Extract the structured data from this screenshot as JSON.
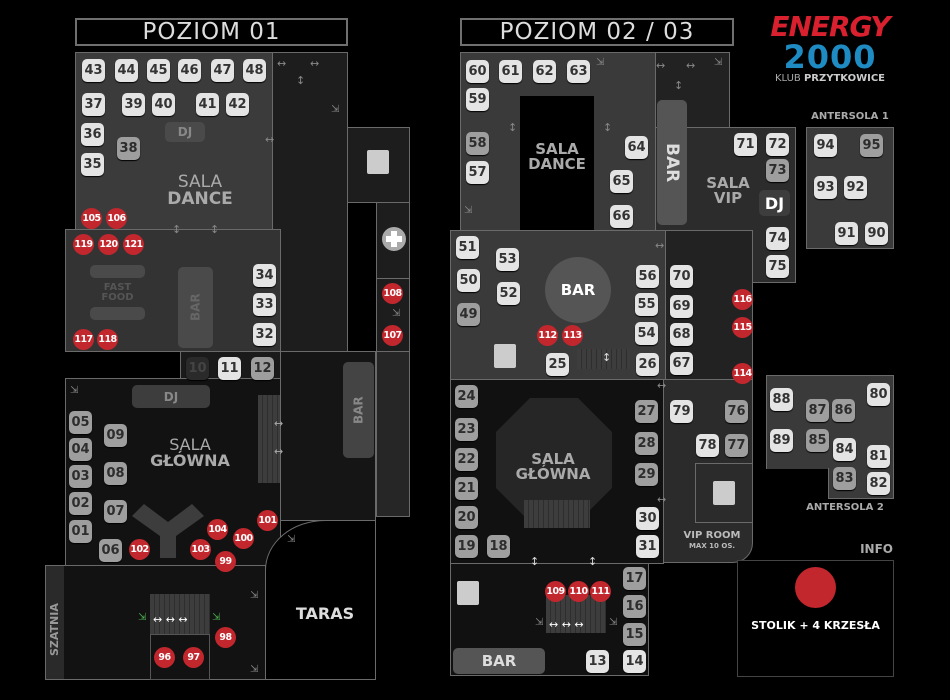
{
  "logo": {
    "line1": "ENERGY",
    "line2": "2000",
    "sub_light": "KLUB",
    "sub_bold": "PRZYTKOWICE",
    "colors": {
      "red": "#d9202f",
      "blue": "#1e8bc3"
    }
  },
  "level1": {
    "title": "POZIOM 01",
    "rooms": {
      "dance_top": "SALA",
      "dance_bottom": "DANCE",
      "fastfood_top": "FAST",
      "fastfood_bottom": "FOOD",
      "bar": "BAR",
      "dj_dance": "DJ",
      "dj_main": "DJ",
      "main_top": "SALA",
      "main_bottom": "GŁÓWNA",
      "bar_main": "BAR",
      "cloakroom": "SZATNIA",
      "terrace": "TARAS"
    },
    "tables": [
      {
        "n": "43",
        "s": "light"
      },
      {
        "n": "44",
        "s": "light"
      },
      {
        "n": "45",
        "s": "light"
      },
      {
        "n": "46",
        "s": "light"
      },
      {
        "n": "47",
        "s": "light"
      },
      {
        "n": "48",
        "s": "light"
      },
      {
        "n": "37",
        "s": "light"
      },
      {
        "n": "39",
        "s": "light"
      },
      {
        "n": "40",
        "s": "light"
      },
      {
        "n": "41",
        "s": "light"
      },
      {
        "n": "42",
        "s": "light"
      },
      {
        "n": "36",
        "s": "light"
      },
      {
        "n": "38",
        "s": "mid"
      },
      {
        "n": "35",
        "s": "light"
      },
      {
        "n": "34",
        "s": "light"
      },
      {
        "n": "33",
        "s": "light"
      },
      {
        "n": "32",
        "s": "light"
      },
      {
        "n": "10",
        "s": "dim"
      },
      {
        "n": "11",
        "s": "light"
      },
      {
        "n": "12",
        "s": "mid"
      },
      {
        "n": "05",
        "s": "mid"
      },
      {
        "n": "04",
        "s": "mid"
      },
      {
        "n": "03",
        "s": "mid"
      },
      {
        "n": "02",
        "s": "mid"
      },
      {
        "n": "01",
        "s": "mid"
      },
      {
        "n": "09",
        "s": "mid"
      },
      {
        "n": "08",
        "s": "mid"
      },
      {
        "n": "07",
        "s": "mid"
      },
      {
        "n": "06",
        "s": "mid"
      },
      {
        "n": "105",
        "s": "red"
      },
      {
        "n": "106",
        "s": "red"
      },
      {
        "n": "119",
        "s": "red"
      },
      {
        "n": "120",
        "s": "red"
      },
      {
        "n": "121",
        "s": "red"
      },
      {
        "n": "117",
        "s": "red"
      },
      {
        "n": "118",
        "s": "red"
      },
      {
        "n": "108",
        "s": "red"
      },
      {
        "n": "107",
        "s": "red"
      },
      {
        "n": "102",
        "s": "red"
      },
      {
        "n": "103",
        "s": "red"
      },
      {
        "n": "104",
        "s": "red"
      },
      {
        "n": "99",
        "s": "red"
      },
      {
        "n": "100",
        "s": "red"
      },
      {
        "n": "101",
        "s": "red"
      },
      {
        "n": "98",
        "s": "red"
      },
      {
        "n": "96",
        "s": "red"
      },
      {
        "n": "97",
        "s": "red"
      }
    ]
  },
  "level2": {
    "title": "POZIOM 02 / 03",
    "rooms": {
      "dance_top": "SALA",
      "dance_bottom": "DANCE",
      "bar_vertical": "BAR",
      "vip_top": "SALA",
      "vip_bottom": "VIP",
      "dj": "DJ",
      "bar_round": "BAR",
      "main_top": "SALA",
      "main_bottom": "GŁÓWNA",
      "vip_room": "VIP ROOM",
      "vip_room_cap": "MAX 10 OS.",
      "antersola1": "ANTERSOLA 1",
      "antersola2": "ANTERSOLA 2",
      "bar_bottom": "BAR"
    },
    "tables": [
      {
        "n": "60",
        "s": "light"
      },
      {
        "n": "61",
        "s": "light"
      },
      {
        "n": "62",
        "s": "light"
      },
      {
        "n": "63",
        "s": "light"
      },
      {
        "n": "59",
        "s": "light"
      },
      {
        "n": "58",
        "s": "mid"
      },
      {
        "n": "57",
        "s": "light"
      },
      {
        "n": "64",
        "s": "light"
      },
      {
        "n": "65",
        "s": "light"
      },
      {
        "n": "66",
        "s": "light"
      },
      {
        "n": "51",
        "s": "light"
      },
      {
        "n": "53",
        "s": "light"
      },
      {
        "n": "50",
        "s": "light"
      },
      {
        "n": "52",
        "s": "light"
      },
      {
        "n": "49",
        "s": "mid"
      },
      {
        "n": "56",
        "s": "light"
      },
      {
        "n": "55",
        "s": "light"
      },
      {
        "n": "54",
        "s": "light"
      },
      {
        "n": "70",
        "s": "light"
      },
      {
        "n": "69",
        "s": "light"
      },
      {
        "n": "68",
        "s": "light"
      },
      {
        "n": "67",
        "s": "light"
      },
      {
        "n": "25",
        "s": "light"
      },
      {
        "n": "26",
        "s": "light"
      },
      {
        "n": "71",
        "s": "light"
      },
      {
        "n": "72",
        "s": "light"
      },
      {
        "n": "73",
        "s": "mid"
      },
      {
        "n": "74",
        "s": "light"
      },
      {
        "n": "75",
        "s": "light"
      },
      {
        "n": "94",
        "s": "light"
      },
      {
        "n": "95",
        "s": "mid"
      },
      {
        "n": "93",
        "s": "light"
      },
      {
        "n": "92",
        "s": "light"
      },
      {
        "n": "91",
        "s": "light"
      },
      {
        "n": "90",
        "s": "light"
      },
      {
        "n": "24",
        "s": "mid"
      },
      {
        "n": "23",
        "s": "mid"
      },
      {
        "n": "22",
        "s": "mid"
      },
      {
        "n": "21",
        "s": "mid"
      },
      {
        "n": "20",
        "s": "mid"
      },
      {
        "n": "19",
        "s": "mid"
      },
      {
        "n": "18",
        "s": "mid"
      },
      {
        "n": "27",
        "s": "mid"
      },
      {
        "n": "28",
        "s": "mid"
      },
      {
        "n": "29",
        "s": "mid"
      },
      {
        "n": "30",
        "s": "light"
      },
      {
        "n": "31",
        "s": "light"
      },
      {
        "n": "79",
        "s": "light"
      },
      {
        "n": "76",
        "s": "mid"
      },
      {
        "n": "78",
        "s": "light"
      },
      {
        "n": "77",
        "s": "mid"
      },
      {
        "n": "88",
        "s": "light"
      },
      {
        "n": "87",
        "s": "mid"
      },
      {
        "n": "86",
        "s": "mid"
      },
      {
        "n": "80",
        "s": "light"
      },
      {
        "n": "89",
        "s": "light"
      },
      {
        "n": "85",
        "s": "mid"
      },
      {
        "n": "84",
        "s": "light"
      },
      {
        "n": "81",
        "s": "light"
      },
      {
        "n": "83",
        "s": "mid"
      },
      {
        "n": "82",
        "s": "light"
      },
      {
        "n": "17",
        "s": "mid"
      },
      {
        "n": "16",
        "s": "mid"
      },
      {
        "n": "15",
        "s": "mid"
      },
      {
        "n": "14",
        "s": "light"
      },
      {
        "n": "13",
        "s": "light"
      },
      {
        "n": "112",
        "s": "red"
      },
      {
        "n": "113",
        "s": "red"
      },
      {
        "n": "116",
        "s": "red"
      },
      {
        "n": "115",
        "s": "red"
      },
      {
        "n": "114",
        "s": "red"
      },
      {
        "n": "109",
        "s": "red"
      },
      {
        "n": "110",
        "s": "red"
      },
      {
        "n": "111",
        "s": "red"
      }
    ]
  },
  "info": {
    "heading": "INFO",
    "legend_text": "STOLIK + 4 KRZESŁA",
    "legend_color": "#c1272d"
  }
}
